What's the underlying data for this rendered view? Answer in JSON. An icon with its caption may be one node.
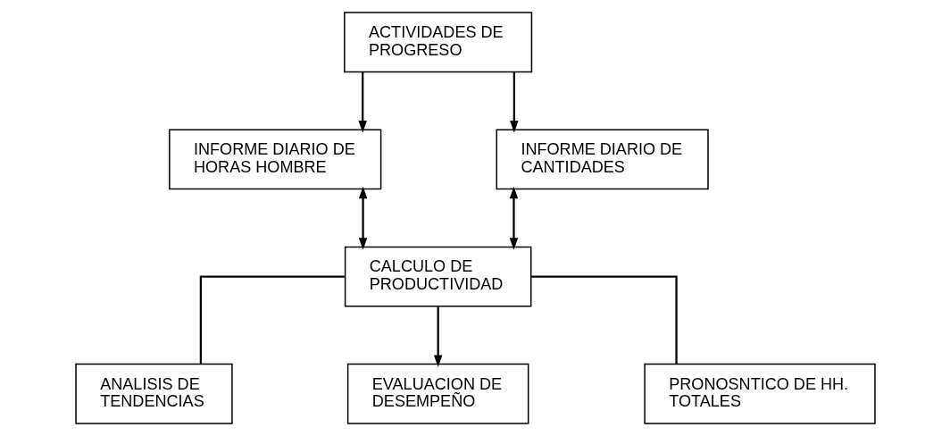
{
  "diagram": {
    "nodes": [
      {
        "text": [
          "ACTIVIDADES DE PROGRESO"
        ]
      },
      {
        "text": [
          "INFORME DIARIO DE HORAS HOMBRE"
        ]
      },
      {
        "text": [
          "INFORME DIARIO DE CANTIDADES"
        ]
      },
      {
        "text": [
          "CALCULO DE PRODUCTIVIDAD"
        ]
      },
      {
        "text": [
          "ANALISIS DE TENDENCIAS"
        ]
      },
      {
        "text": [
          "EVALUACION DE DESEMPEÑO"
        ]
      },
      {
        "text": [
          "PRONOSNTICO DE HH. TOTALES"
        ]
      }
    ],
    "edges": [
      {
        "from": 0,
        "to": 1,
        "arrow": "to"
      },
      {
        "from": 0,
        "to": 2,
        "arrow": "to"
      },
      {
        "from": 1,
        "to": 3,
        "arrow": "both"
      },
      {
        "from": 2,
        "to": 3,
        "arrow": "both"
      },
      {
        "from": 3,
        "to": 4,
        "arrow": "none"
      },
      {
        "from": 3,
        "to": 5,
        "arrow": "to"
      },
      {
        "from": 3,
        "to": 6,
        "arrow": "none"
      }
    ]
  }
}
